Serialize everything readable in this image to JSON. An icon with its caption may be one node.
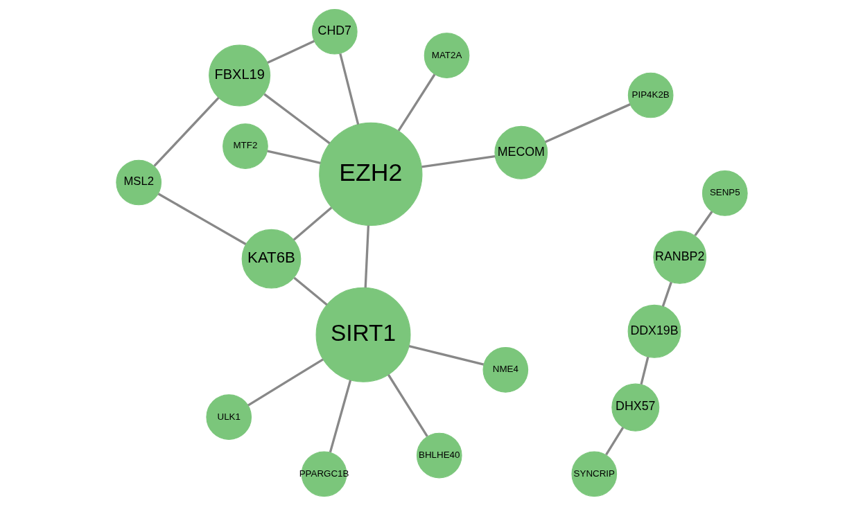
{
  "diagram": {
    "nodes": [
      {
        "text": [
          "ULK1"
        ]
      },
      {
        "text": [
          "CHD7"
        ]
      },
      {
        "text": [
          "SYNCRIP"
        ]
      },
      {
        "text": [
          "PPARGC1B"
        ]
      },
      {
        "text": [
          "MSL2"
        ]
      },
      {
        "text": [
          "FBXL19"
        ]
      },
      {
        "text": [
          "DHX57"
        ]
      },
      {
        "text": [
          "SIRT1"
        ]
      },
      {
        "text": [
          "EZH2"
        ]
      },
      {
        "text": [
          "NME4"
        ]
      },
      {
        "text": [
          "MTF2"
        ]
      },
      {
        "text": [
          "DDX19B"
        ]
      },
      {
        "text": [
          "BHLHE40"
        ]
      },
      {
        "text": [
          "KAT6B"
        ]
      },
      {
        "text": [
          "MAT2A"
        ]
      },
      {
        "text": [
          "MECOM"
        ]
      },
      {
        "text": [
          "RANBP2"
        ]
      },
      {
        "text": [
          "PIP4K2B"
        ]
      },
      {
        "text": [
          "SENP5"
        ]
      }
    ],
    "edges": [
      {
        "from": 0,
        "to": 7,
        "arrow": "none"
      },
      {
        "from": 3,
        "to": 7,
        "arrow": "none"
      },
      {
        "from": 9,
        "to": 7,
        "arrow": "none"
      },
      {
        "from": 12,
        "to": 7,
        "arrow": "none"
      },
      {
        "from": 7,
        "to": 8,
        "arrow": "none"
      },
      {
        "from": 7,
        "to": 13,
        "arrow": "none"
      },
      {
        "from": 4,
        "to": 13,
        "arrow": "none"
      },
      {
        "from": 4,
        "to": 5,
        "arrow": "none"
      },
      {
        "from": 1,
        "to": 5,
        "arrow": "none"
      },
      {
        "from": 1,
        "to": 8,
        "arrow": "none"
      },
      {
        "from": 5,
        "to": 8,
        "arrow": "none"
      },
      {
        "from": 8,
        "to": 13,
        "arrow": "none"
      },
      {
        "from": 8,
        "to": 10,
        "arrow": "none"
      },
      {
        "from": 8,
        "to": 14,
        "arrow": "none"
      },
      {
        "from": 8,
        "to": 15,
        "arrow": "none"
      },
      {
        "from": 15,
        "to": 17,
        "arrow": "none"
      },
      {
        "from": 2,
        "to": 6,
        "arrow": "none"
      },
      {
        "from": 6,
        "to": 11,
        "arrow": "none"
      },
      {
        "from": 11,
        "to": 16,
        "arrow": "none"
      },
      {
        "from": 16,
        "to": 18,
        "arrow": "none"
      }
    ]
  }
}
